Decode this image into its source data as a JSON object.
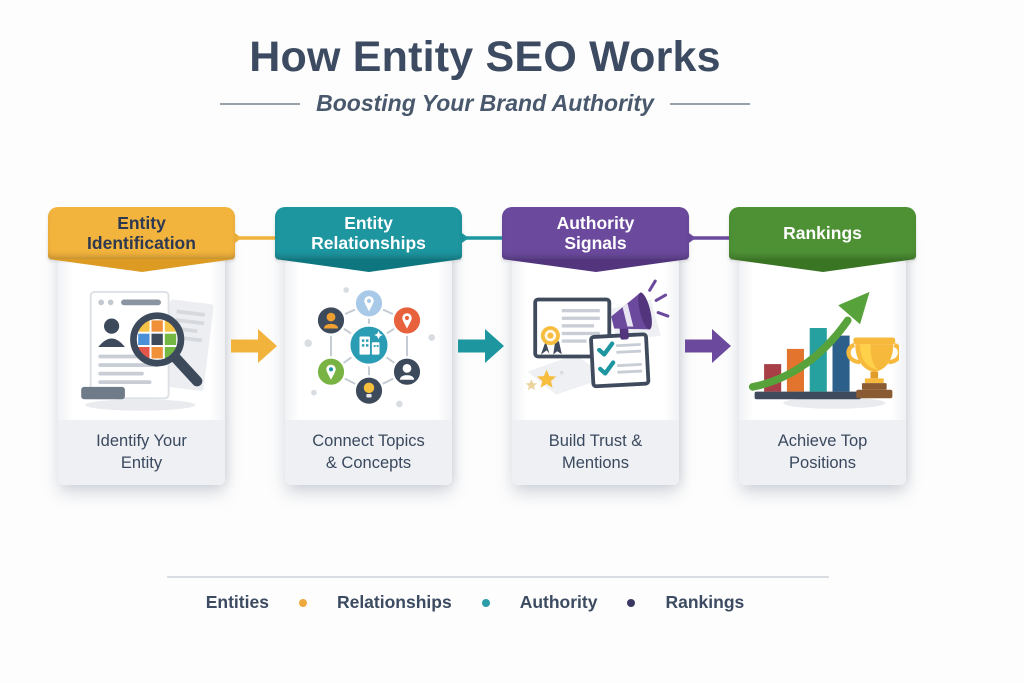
{
  "header": {
    "title": "How Entity SEO Works",
    "subtitle": "Boosting Your Brand Authority"
  },
  "steps": [
    {
      "label": "Entity Identification",
      "caption": "Identify Your Entity",
      "icon": "document-magnifier-icon",
      "banner_color": "#F3B43D",
      "banner_fold_color": "#DD9B24",
      "label_color": "#2D3950"
    },
    {
      "label": "Entity Relationships",
      "caption": "Connect Topics & Concepts",
      "icon": "network-nodes-icon",
      "banner_color": "#1D96A0",
      "banner_fold_color": "#0E767F",
      "label_color": "#FFFFFF"
    },
    {
      "label": "Authority Signals",
      "caption": "Build Trust & Mentions",
      "icon": "certificate-megaphone-icon",
      "banner_color": "#6B4A9E",
      "banner_fold_color": "#53357E",
      "label_color": "#FFFFFF"
    },
    {
      "label": "Rankings",
      "caption": "Achieve Top Positions",
      "icon": "bar-chart-trophy-icon",
      "banner_color": "#4E9135",
      "banner_fold_color": "#3A7524",
      "label_color": "#FFFFFF"
    }
  ],
  "flow_arrows": [
    {
      "color": "#F2B33C"
    },
    {
      "color": "#1D96A0"
    },
    {
      "color": "#6B4A9E"
    }
  ],
  "legend": {
    "items": [
      {
        "label": "Entities",
        "separator_dot_color": "#ECA93D"
      },
      {
        "label": "Relationships",
        "separator_dot_color": "#2A9DA8"
      },
      {
        "label": "Authority",
        "separator_dot_color": "#3A3763"
      },
      {
        "label": "Rankings",
        "separator_dot_color": null
      }
    ]
  },
  "colors": {
    "background": "#FDFDFD",
    "title_text": "#3C4B61",
    "card_footer": "#EEF0F4"
  }
}
